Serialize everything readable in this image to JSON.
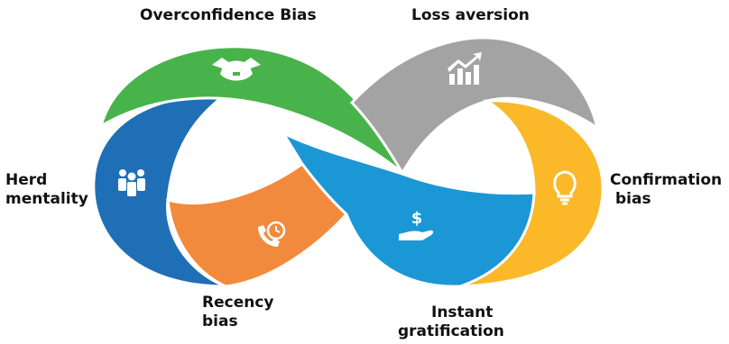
{
  "diagram": {
    "labels": {
      "overconfidence": [
        "Overconfidence Bias"
      ],
      "loss_aversion": [
        "Loss aversion"
      ],
      "herd_mentality": [
        "Herd",
        "mentality"
      ],
      "confirmation_bias": [
        "Confirmation",
        "bias"
      ],
      "recency_bias": [
        "Recency",
        "bias"
      ],
      "instant_gratification": [
        "Instant",
        "gratification"
      ]
    },
    "colors": {
      "overconfidence": "#48b34a",
      "loss_aversion": "#a3a3a3",
      "herd_mentality": "#1f6fb6",
      "confirmation_bias": "#fbb829",
      "recency_bias": "#f28a3d",
      "instant_gratification": "#1c97d6"
    },
    "icons": {
      "overconfidence": "handshake-icon",
      "loss_aversion": "growth-chart-icon",
      "herd_mentality": "people-group-icon",
      "confirmation_bias": "lightbulb-icon",
      "recency_bias": "phone-clock-icon",
      "instant_gratification": "money-hand-icon"
    }
  }
}
